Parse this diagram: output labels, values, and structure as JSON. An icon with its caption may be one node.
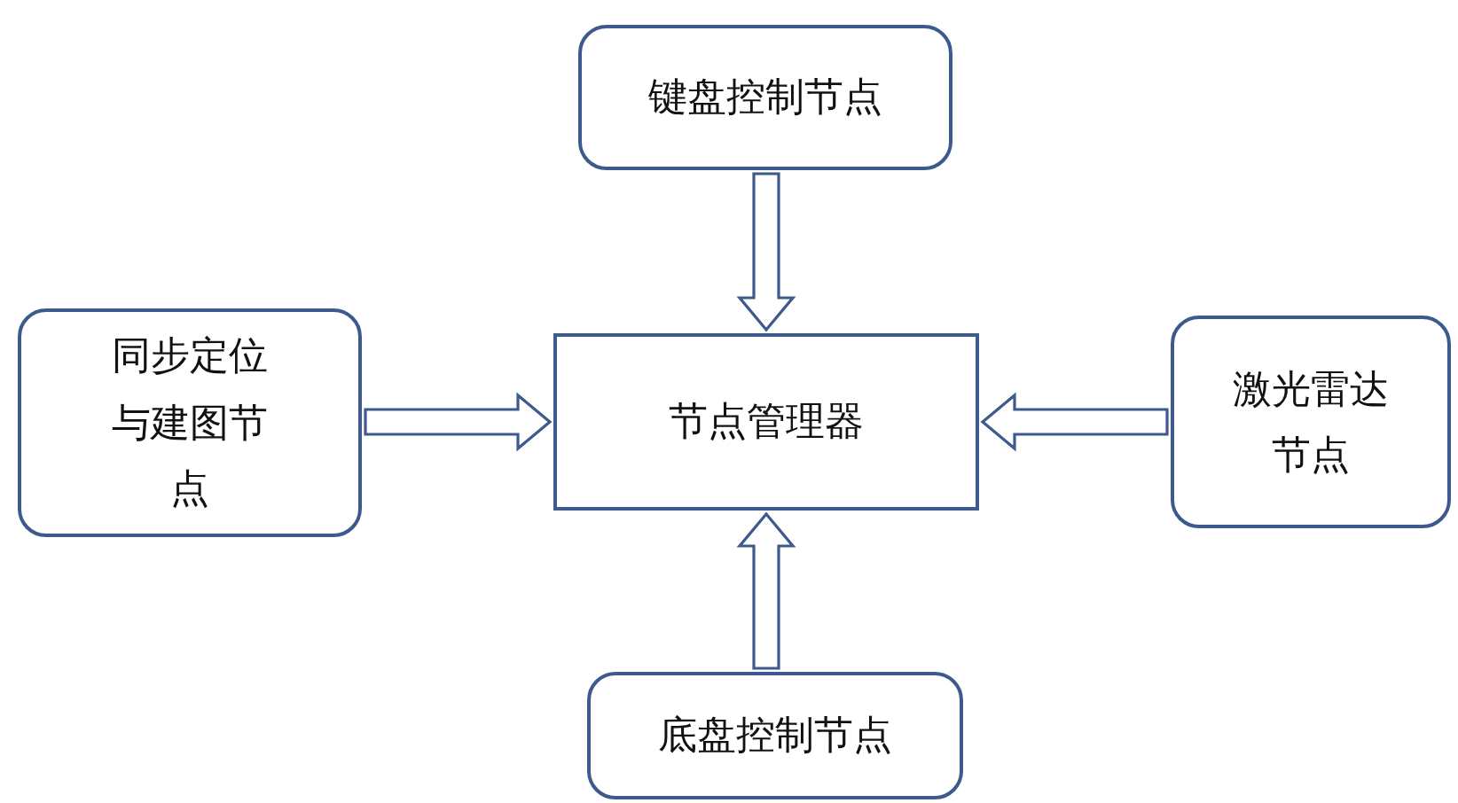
{
  "diagram": {
    "nodes": [
      {
        "text": [
          "键盘控制节点"
        ]
      },
      {
        "text": [
          "同步定位与建图节点"
        ]
      },
      {
        "text": [
          "节点管理器"
        ]
      },
      {
        "text": [
          "激光雷达节点"
        ]
      },
      {
        "text": [
          "底盘控制节点"
        ]
      }
    ],
    "edges": [
      {
        "from": 0,
        "to": 2,
        "arrow": "to"
      },
      {
        "from": 1,
        "to": 2,
        "arrow": "to"
      },
      {
        "from": 3,
        "to": 2,
        "arrow": "to"
      },
      {
        "from": 4,
        "to": 2,
        "arrow": "to"
      }
    ]
  }
}
